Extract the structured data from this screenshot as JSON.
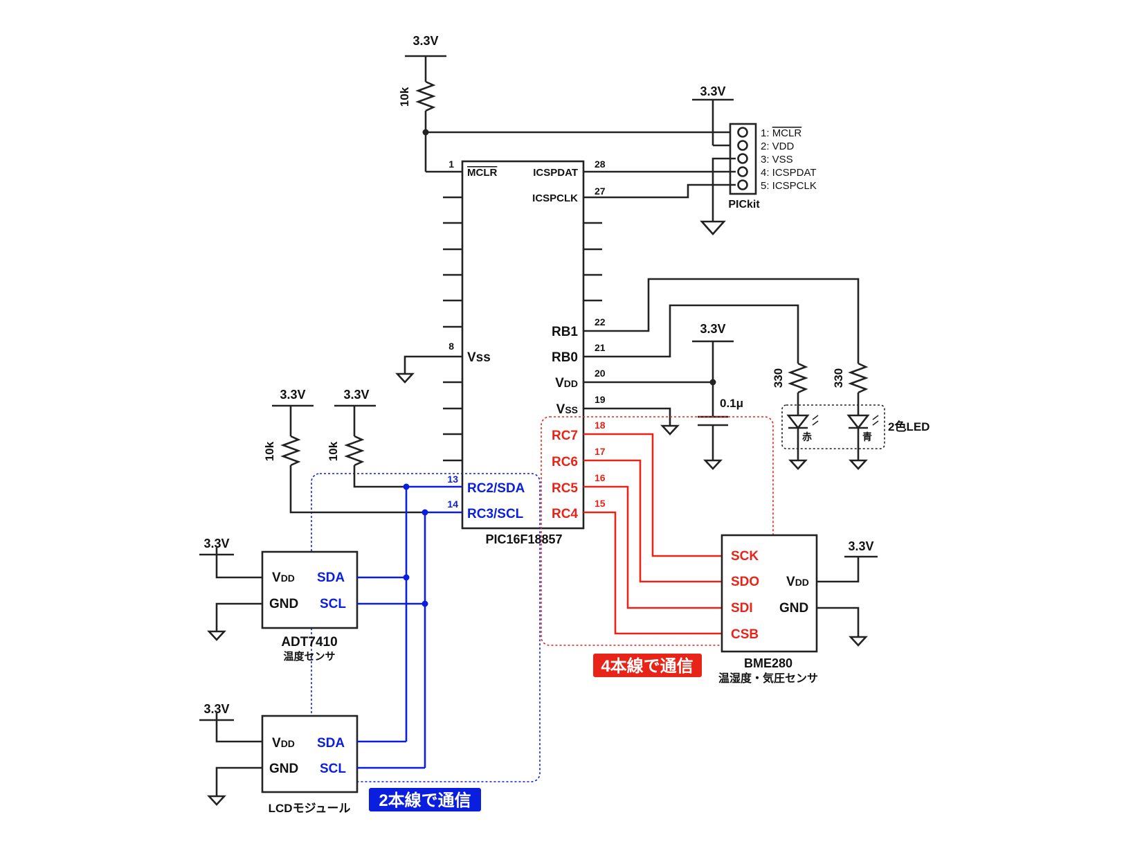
{
  "supply": "3.3V",
  "mcu": {
    "name": "PIC16F18857",
    "pins": {
      "mclr": {
        "num": "1",
        "label": "MCLR"
      },
      "vss_left": {
        "num": "8",
        "label": "Vss"
      },
      "rc2": {
        "num": "13",
        "label": "RC2/SDA"
      },
      "rc3": {
        "num": "14",
        "label": "RC3/SCL"
      },
      "icspdat": {
        "num": "28",
        "label": "ICSPDAT"
      },
      "icspclk": {
        "num": "27",
        "label": "ICSPCLK"
      },
      "rb1": {
        "num": "22",
        "label": "RB1"
      },
      "rb0": {
        "num": "21",
        "label": "RB0"
      },
      "vdd": {
        "num": "20",
        "label_main": "V",
        "label_sub": "DD"
      },
      "vss_right": {
        "num": "19",
        "label_main": "V",
        "label_sub": "SS"
      },
      "rc7": {
        "num": "18",
        "label": "RC7"
      },
      "rc6": {
        "num": "17",
        "label": "RC6"
      },
      "rc5": {
        "num": "16",
        "label": "RC5"
      },
      "rc4": {
        "num": "15",
        "label": "RC4"
      }
    }
  },
  "resistors": {
    "pullup_mclr": "10k",
    "pullup_sda": "10k",
    "pullup_scl": "10k",
    "led_red": "330",
    "led_blue": "330"
  },
  "capacitor": "0.1μ",
  "pickit": {
    "name": "PICkit",
    "pins": [
      "1: ",
      "2: VDD",
      "3: VSS",
      "4: ICSPDAT",
      "5: ICSPCLK"
    ],
    "pin1_overline": "MCLR"
  },
  "led": {
    "name": "2色LED",
    "red_label": "赤",
    "blue_label": "青"
  },
  "adt7410": {
    "name": "ADT7410",
    "desc": "温度センサ",
    "vdd_main": "V",
    "vdd_sub": "DD",
    "gnd": "GND",
    "sda": "SDA",
    "scl": "SCL"
  },
  "lcd": {
    "name": "LCDモジュール",
    "vdd_main": "V",
    "vdd_sub": "DD",
    "gnd": "GND",
    "sda": "SDA",
    "scl": "SCL"
  },
  "bme280": {
    "name": "BME280",
    "desc": "温湿度・気圧センサ",
    "vdd_main": "V",
    "vdd_sub": "DD",
    "gnd": "GND",
    "sck": "SCK",
    "sdo": "SDO",
    "sdi": "SDI",
    "csb": "CSB"
  },
  "badges": {
    "i2c": "2本線で通信",
    "spi": "4本線で通信"
  },
  "colors": {
    "i2c": "#0a1ee0",
    "spi": "#e82418",
    "wire": "#222222"
  }
}
